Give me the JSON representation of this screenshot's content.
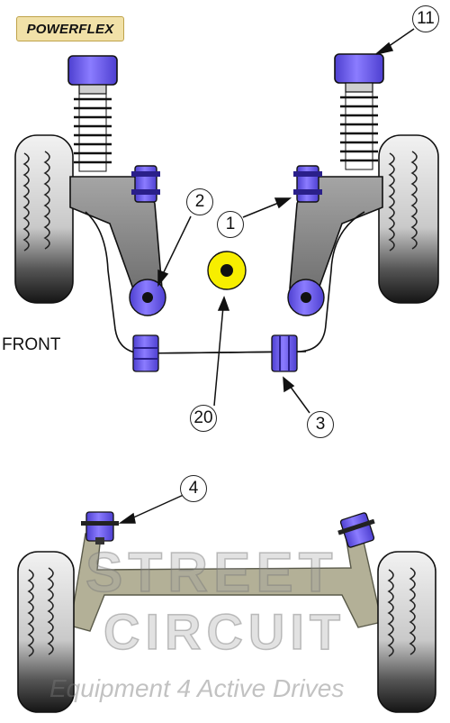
{
  "brand": {
    "logo_text": "POWERFLEX"
  },
  "diagram": {
    "front_label": "FRONT",
    "callouts": {
      "c1": "1",
      "c2": "2",
      "c3": "3",
      "c4": "4",
      "c11": "11",
      "c20": "20"
    }
  },
  "watermark": {
    "line1": "STREET",
    "line2": "CIRCUIT",
    "tagline": "Equipment 4 Active Drives"
  },
  "colors": {
    "bush_purple": "#6f5cf2",
    "bush_yellow": "#f7ee00",
    "arm_grey": "#8a8a8a",
    "rear_beam": "#b3b097",
    "tyre_light": "#eeeeee",
    "tyre_dark": "#1e1e1e"
  }
}
